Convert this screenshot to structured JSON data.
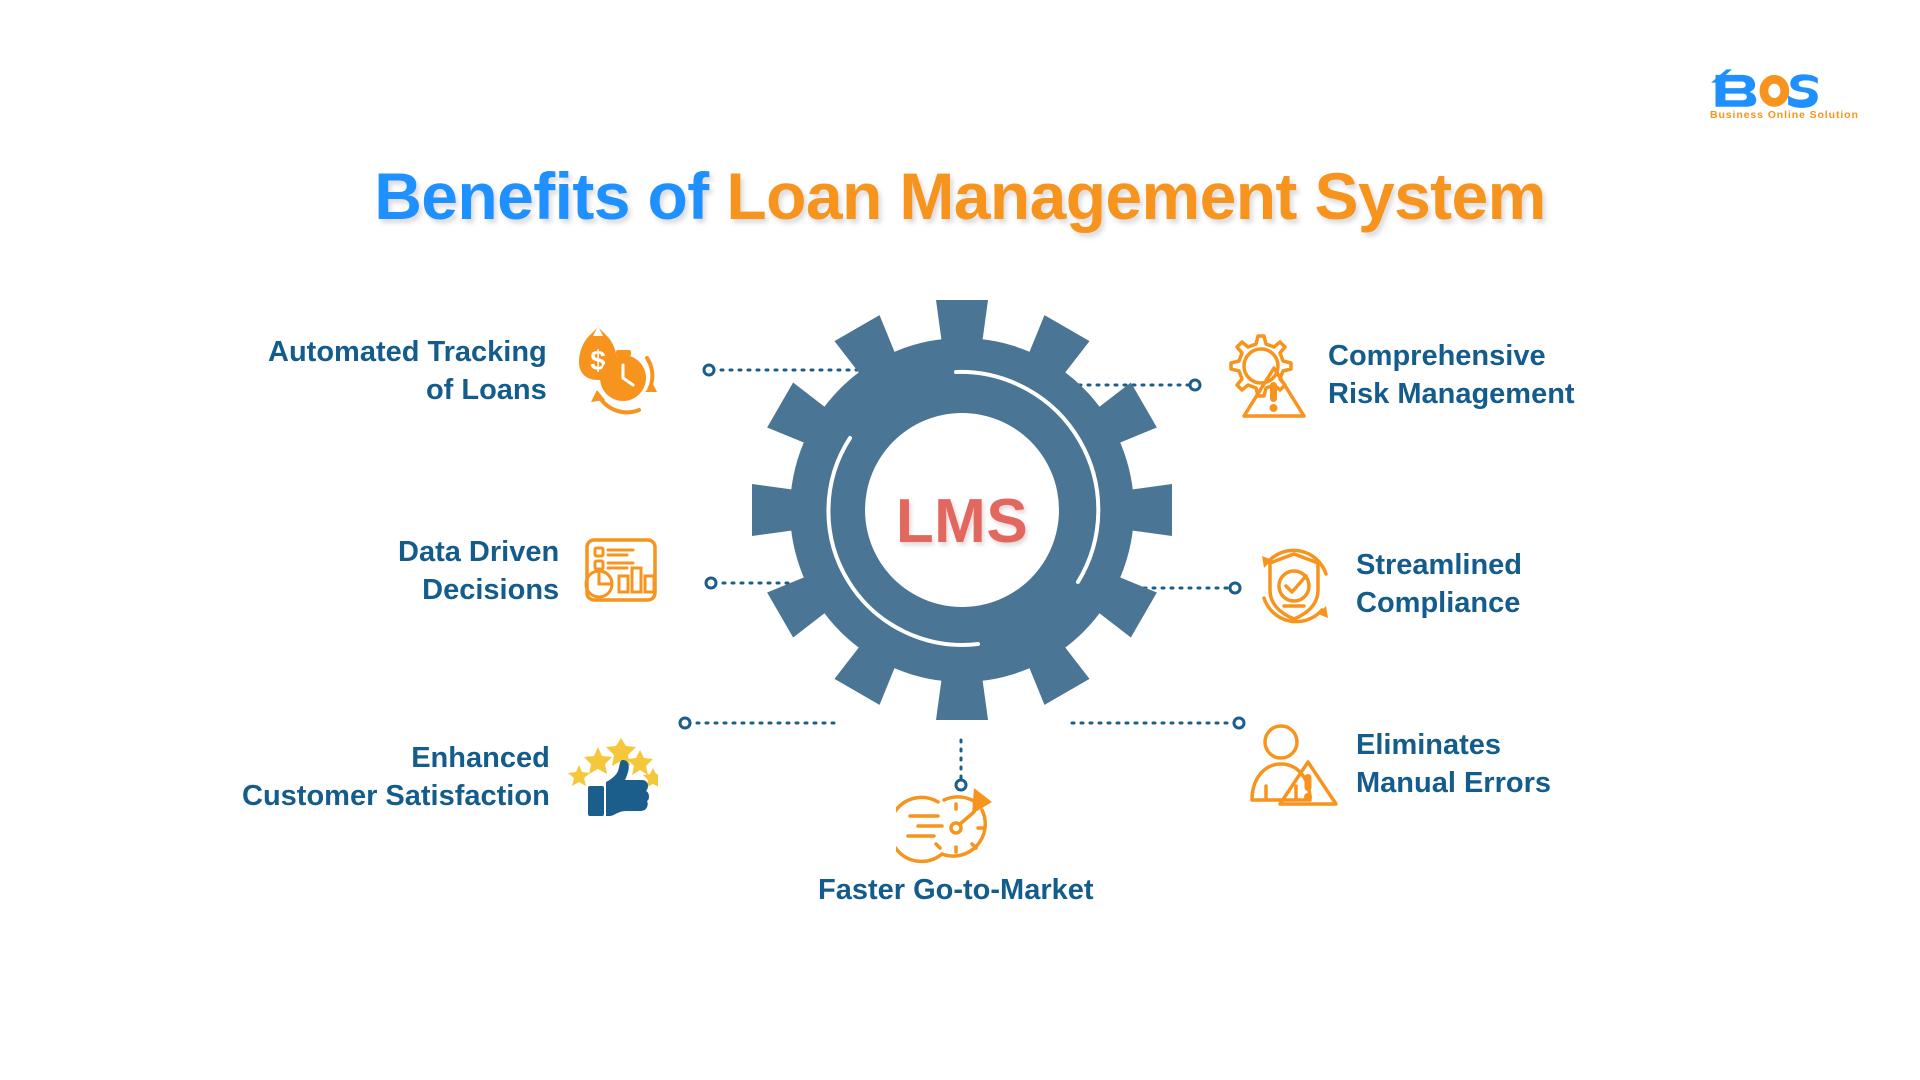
{
  "brand": {
    "name": "BOS",
    "letters": {
      "b": "B",
      "o": "O",
      "s": "S"
    },
    "tagline": "Business Online Solution",
    "colors": {
      "blue": "#1E90FF",
      "orange": "#F7941E"
    }
  },
  "title": {
    "part_blue": "Benefits of ",
    "part_orange": "Loan Management System",
    "full": "Benefits of Loan Management System",
    "color_blue": "#1E90FF",
    "color_orange": "#F7941E"
  },
  "hub": {
    "label": "LMS",
    "label_color": "#E2685F",
    "gear_color": "#4A7595",
    "shape": "gear"
  },
  "connectors": {
    "line_color": "#1B5E8C",
    "marker": "hollow-circle",
    "style": "dotted"
  },
  "benefits": [
    {
      "id": "automated-tracking",
      "label": "Automated Tracking\nof Loans",
      "icon": "money-bag-clock-icon",
      "icon_color": "#F7941E",
      "side": "left"
    },
    {
      "id": "data-driven",
      "label": "Data Driven\nDecisions",
      "icon": "analytics-dashboard-icon",
      "icon_color": "#F7941E",
      "side": "left"
    },
    {
      "id": "customer-satisfaction",
      "label": "Enhanced\nCustomer Satisfaction",
      "icon": "thumbs-up-stars-icon",
      "icon_color": "#1B5E8C",
      "accent_color": "#F5C73A",
      "side": "left"
    },
    {
      "id": "risk-management",
      "label": "Comprehensive\nRisk Management",
      "icon": "gear-warning-icon",
      "icon_color": "#F7941E",
      "side": "right"
    },
    {
      "id": "compliance",
      "label": "Streamlined\nCompliance",
      "icon": "shield-check-refresh-icon",
      "icon_color": "#F7941E",
      "side": "right"
    },
    {
      "id": "manual-errors",
      "label": "Eliminates\nManual Errors",
      "icon": "person-warning-icon",
      "icon_color": "#F7941E",
      "side": "right"
    },
    {
      "id": "go-to-market",
      "label": "Faster Go-to-Market",
      "icon": "speed-clock-icon",
      "icon_color": "#F7941E",
      "side": "below"
    }
  ]
}
